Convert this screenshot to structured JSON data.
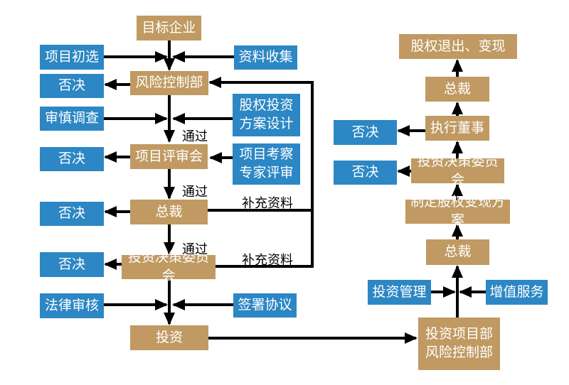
{
  "diagram": {
    "colors": {
      "process_box": "#c09a62",
      "support_box": "#2c87c4",
      "box_text": "#ffffff",
      "connector": "#000000",
      "edge_label_text": "#000000",
      "background": "#ffffff"
    },
    "nodes": {
      "target_company": {
        "label": "目标企业"
      },
      "project_screening": {
        "label": "项目初选"
      },
      "data_collection": {
        "label": "资料收集"
      },
      "risk_control_dept": {
        "label": "风险控制部"
      },
      "reject_1": {
        "label": "否决"
      },
      "due_diligence": {
        "label": "审慎调查"
      },
      "equity_plan_design": {
        "label": "股权投资\n方案设计"
      },
      "project_review_board": {
        "label": "项目评审会"
      },
      "expert_review": {
        "label": "项目考察\n专家评审"
      },
      "reject_2": {
        "label": "否决"
      },
      "president_left": {
        "label": "总裁"
      },
      "reject_3": {
        "label": "否决"
      },
      "investment_committee_left": {
        "label": "投资决策委员会"
      },
      "reject_4": {
        "label": "否决"
      },
      "legal_review": {
        "label": "法律审核"
      },
      "sign_agreement": {
        "label": "签署协议"
      },
      "invest": {
        "label": "投资"
      },
      "equity_exit": {
        "label": "股权退出、变现"
      },
      "president_right_top": {
        "label": "总裁"
      },
      "executive_director": {
        "label": "执行董事"
      },
      "reject_5": {
        "label": "否决"
      },
      "investment_committee_right": {
        "label": "投资决策委员会"
      },
      "reject_6": {
        "label": "否决"
      },
      "equity_realization_plan": {
        "label": "制定股权变现方案"
      },
      "president_right_bottom": {
        "label": "总裁"
      },
      "investment_management": {
        "label": "投资管理"
      },
      "value_added_service": {
        "label": "增值服务"
      },
      "investment_project_dept": {
        "label": "投资项目部\n风险控制部"
      }
    },
    "edge_labels": {
      "pass_review": "通过",
      "pass_president": "通过",
      "pass_committee": "通过",
      "supplement_president": "补充资料",
      "supplement_committee": "补充资料"
    }
  }
}
